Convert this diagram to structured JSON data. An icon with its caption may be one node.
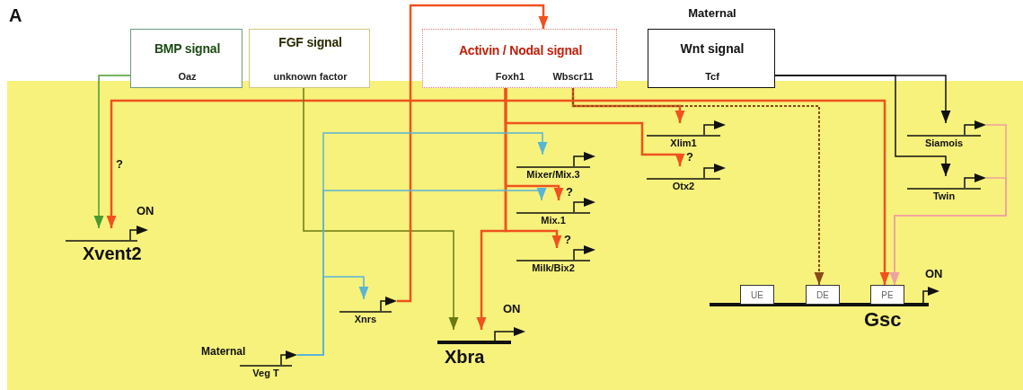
{
  "diagram": {
    "nodes": [
      {
        "text": [
          "BMP signal",
          "Oaz"
        ]
      },
      {
        "text": [
          "FGF signal",
          "unknown factor"
        ]
      },
      {
        "text": [
          "Activin / Nodal signal",
          "Foxh1",
          "Wbscr11"
        ]
      },
      {
        "text": [
          "Maternal",
          "Wnt signal",
          "Tcf"
        ]
      },
      {
        "text": [
          "Xlim1"
        ]
      },
      {
        "text": [
          "Otx2"
        ]
      },
      {
        "text": [
          "Siamois"
        ]
      },
      {
        "text": [
          "Twin"
        ]
      },
      {
        "text": [
          "Mixer/Mix.3"
        ]
      },
      {
        "text": [
          "Mix.1"
        ]
      },
      {
        "text": [
          "Milk/Bix2"
        ]
      },
      {
        "text": [
          "Xvent2"
        ],
        "beside": [
          "ON"
        ]
      },
      {
        "text": [
          "Xnrs"
        ]
      },
      {
        "text": [
          "Xbra"
        ],
        "beside": [
          "ON"
        ]
      },
      {
        "text": [
          "Veg T"
        ],
        "beside": [
          "Maternal"
        ]
      },
      {
        "text": [
          "Gsc"
        ],
        "beside": [
          "ON"
        ]
      },
      {
        "text": [
          "UE"
        ],
        "in": 15
      },
      {
        "text": [
          "DE"
        ],
        "in": 15
      },
      {
        "text": [
          "PE"
        ],
        "in": 15
      }
    ],
    "edges": [
      {
        "from": 0,
        "to": 11,
        "arrow": "to",
        "color": "#4a9a30"
      },
      {
        "from": 2,
        "to": 11,
        "arrow": "to",
        "label": "?"
      },
      {
        "from": 2,
        "to": 18,
        "arrow": "to"
      },
      {
        "from": 2,
        "to": 4,
        "arrow": "to"
      },
      {
        "from": 2,
        "to": 17,
        "arrow": "to",
        "style": "dashed",
        "color": "#8a4a1a"
      },
      {
        "from": 2,
        "to": 5,
        "arrow": "to",
        "label": "?"
      },
      {
        "from": 2,
        "to": 9,
        "arrow": "to",
        "label": "?"
      },
      {
        "from": 2,
        "to": 10,
        "arrow": "to",
        "label": "?"
      },
      {
        "from": 2,
        "to": 13,
        "arrow": "to"
      },
      {
        "from": 1,
        "to": 13,
        "arrow": "to",
        "color": "#6b7a10"
      },
      {
        "from": 12,
        "to": 2,
        "arrow": "to"
      },
      {
        "from": 14,
        "to": 12,
        "arrow": "to",
        "color": "#5ab4d6"
      },
      {
        "from": 14,
        "to": 8,
        "arrow": "to",
        "color": "#5ab4d6"
      },
      {
        "from": 14,
        "to": 9,
        "arrow": "to",
        "color": "#5ab4d6"
      },
      {
        "from": 3,
        "to": 6,
        "arrow": "to",
        "color": "#111111"
      },
      {
        "from": 3,
        "to": 7,
        "arrow": "to",
        "color": "#111111"
      },
      {
        "from": 6,
        "to": 18,
        "arrow": "to",
        "color": "#f0a0a0"
      },
      {
        "from": 7,
        "to": 18,
        "arrow": "to",
        "color": "#f0a0a0"
      }
    ],
    "labels": [
      "A"
    ]
  }
}
